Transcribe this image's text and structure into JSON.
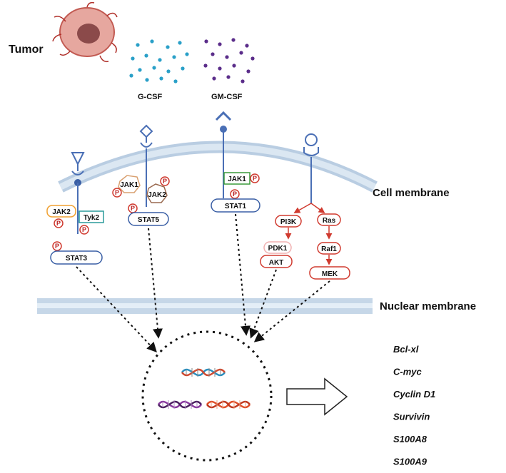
{
  "labels": {
    "tumor": "Tumor",
    "gcsf": "G-CSF",
    "gmcsf": "GM-CSF",
    "cell_membrane": "Cell membrane",
    "nuclear_membrane": "Nuclear membrane"
  },
  "proteins": {
    "jak2_left": "JAK2",
    "tyk2": "Tyk2",
    "stat3": "STAT3",
    "jak1_mid": "JAK1",
    "jak2_mid": "JAK2",
    "stat5": "STAT5",
    "jak1_right": "JAK1",
    "stat1": "STAT1",
    "pi3k": "PI3K",
    "pdk1": "PDK1",
    "akt": "AKT",
    "ras": "Ras",
    "raf1": "Raf1",
    "mek": "MEK"
  },
  "phospho": "P",
  "genes": [
    "Bcl-xl",
    "C-myc",
    "Cyclin D1",
    "Survivin",
    "S100A8",
    "S100A9"
  ],
  "colors": {
    "receptor": "#4a6fb5",
    "membrane": "#c9d9ea",
    "gcsf_dots": "#2aa0c8",
    "gmcsf_dots": "#5b2d8a",
    "pathway_red": "#d03a2f",
    "tumor": "#d98a80"
  }
}
